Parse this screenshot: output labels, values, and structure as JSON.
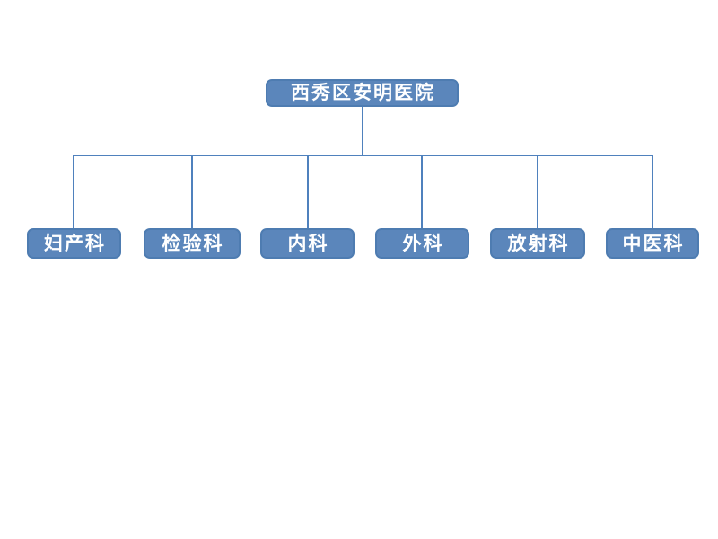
{
  "diagram": {
    "type": "org-chart",
    "root": {
      "label": "西秀区安明医院"
    },
    "children": [
      {
        "label": "妇产科"
      },
      {
        "label": "检验科"
      },
      {
        "label": "内科"
      },
      {
        "label": "外科"
      },
      {
        "label": "放射科"
      },
      {
        "label": "中医科"
      }
    ]
  },
  "colors": {
    "background": "#FFFFFF",
    "node_fill": "#5B86BB",
    "node_border": "#4E7CB1",
    "node_text": "#FFFFFF",
    "connector": "#4F81BD"
  }
}
